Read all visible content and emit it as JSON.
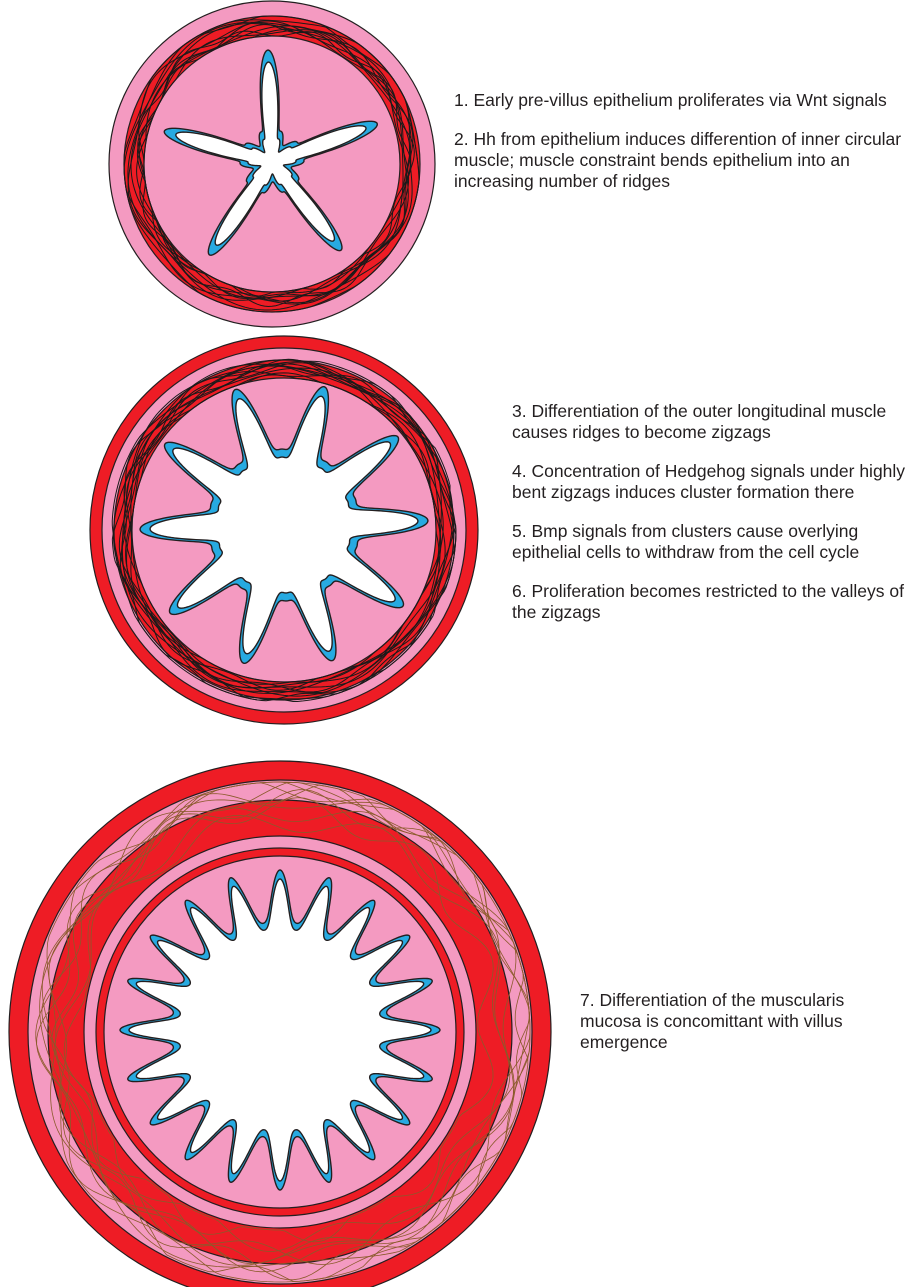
{
  "colors": {
    "outer_muscle": "#ee1c25",
    "mesenchyme": "#f49ac1",
    "epithelium": "#27aae1",
    "lumen": "#ffffff",
    "outline": "#231f20",
    "fibers_dark": "#1a1a1a",
    "fibers_brown": "#8b5a2b"
  },
  "stages": [
    {
      "id": "stage-1",
      "captions": [
        "1. Early pre-villus epithelium proliferates via Wnt signals",
        "2. Hh from epithelium induces differention of inner circular muscle; muscle constraint bends epithelium into an increasing number of ridges"
      ]
    },
    {
      "id": "stage-2",
      "captions": [
        "3. Differentiation of the outer longitudinal muscle causes ridges to become zigzags",
        "4. Concentration of Hedgehog signals under highly bent zigzags induces cluster formation there",
        "5. Bmp signals from clusters cause overlying epithelial cells to withdraw from the cell cycle",
        "6. Proliferation becomes restricted to the valleys of the zigzags"
      ]
    },
    {
      "id": "stage-3",
      "captions": [
        "7. Differentiation of the muscularis mucosa is concomittant with villus emergence"
      ]
    }
  ]
}
